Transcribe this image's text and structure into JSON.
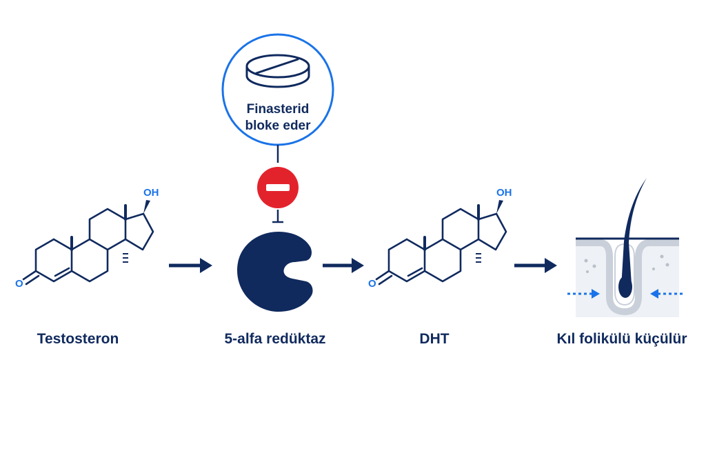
{
  "colors": {
    "navy": "#102a5e",
    "blue": "#1a73e8",
    "red": "#e3232c",
    "skin": "#dfe3ea"
  },
  "blocker": {
    "line1": "Finasterid",
    "line2": "bloke eder",
    "pill_icon": "pill-icon",
    "stop_icon": "stop-icon"
  },
  "steps": [
    {
      "label": "Testosteron",
      "icon": "steroid-molecule-icon",
      "oh": "OH",
      "o": "O"
    },
    {
      "label": "5-alfa redüktaz",
      "icon": "enzyme-icon"
    },
    {
      "label": "DHT",
      "icon": "steroid-molecule-icon",
      "oh": "OH",
      "o": "O"
    },
    {
      "label": "Kıl folikülü küçülür",
      "icon": "hair-follicle-icon"
    }
  ]
}
